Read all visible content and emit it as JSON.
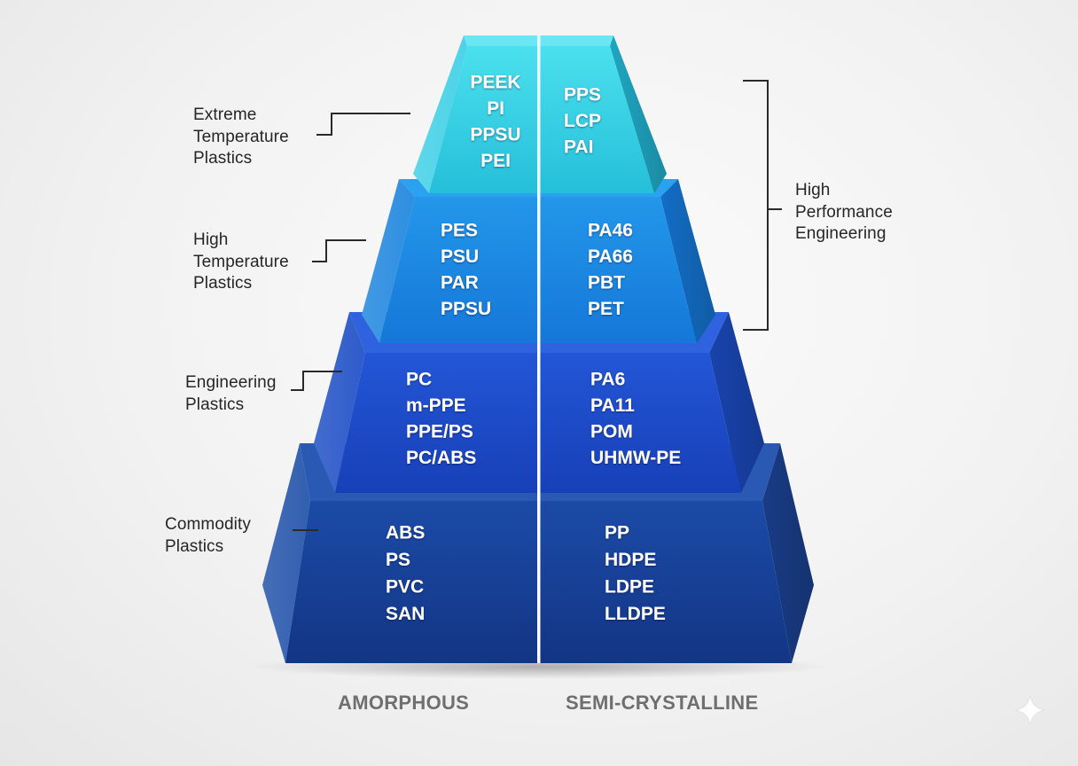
{
  "tiers": [
    {
      "name": "Extreme Temperature Plastics",
      "label_lines": [
        "Extreme",
        "Temperature",
        "Plastics"
      ],
      "amorphous": [
        "PEEK",
        "PI",
        "PPSU",
        "PEI"
      ],
      "semi_crystalline": [
        "PPS",
        "LCP",
        "PAI"
      ],
      "color": "#2ec4dc"
    },
    {
      "name": "High Temperature Plastics",
      "label_lines": [
        "High",
        "Temperature",
        "Plastics"
      ],
      "amorphous": [
        "PES",
        "PSU",
        "PAR",
        "PPSU"
      ],
      "semi_crystalline": [
        "PA46",
        "PA66",
        "PBT",
        "PET"
      ],
      "color": "#1a8ae3"
    },
    {
      "name": "Engineering Plastics",
      "label_lines": [
        "Engineering",
        "Plastics"
      ],
      "amorphous": [
        "PC",
        "m-PPE",
        "PPE/PS",
        "PC/ABS"
      ],
      "semi_crystalline": [
        "PA6",
        "PA11",
        "POM",
        "UHMW-PE"
      ],
      "color": "#1d4fd0"
    },
    {
      "name": "Commodity Plastics",
      "label_lines": [
        "Commodity",
        "Plastics"
      ],
      "amorphous": [
        "ABS",
        "PS",
        "PVC",
        "SAN"
      ],
      "semi_crystalline": [
        "PP",
        "HDPE",
        "LDPE",
        "LLDPE"
      ],
      "color": "#173e95"
    }
  ],
  "group_bracket": {
    "label_lines": [
      "High",
      "Performance",
      "Engineering"
    ]
  },
  "columns": {
    "left": "AMORPHOUS",
    "right": "SEMI-CRYSTALLINE"
  },
  "icons": {
    "corner": "sparkle-icon"
  }
}
